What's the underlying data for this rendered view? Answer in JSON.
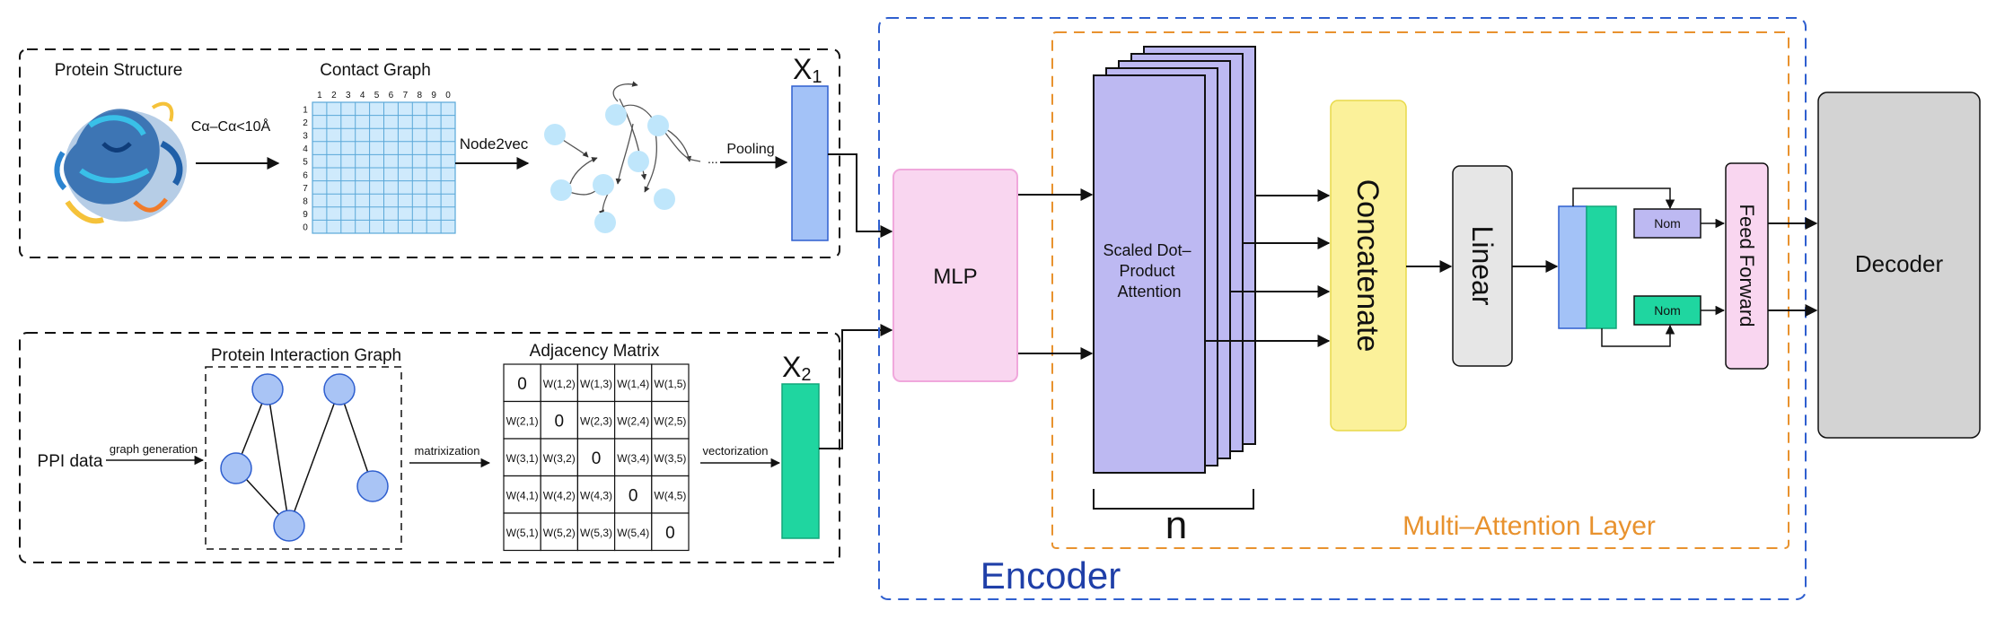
{
  "top_panel": {
    "protein_structure_label": "Protein Structure",
    "distance_label": "Cα–Cα<10Å",
    "contact_graph_label": "Contact Graph",
    "contact_col_headers": [
      "1",
      "2",
      "3",
      "4",
      "5",
      "6",
      "7",
      "8",
      "9",
      "0"
    ],
    "contact_row_headers": [
      "1",
      "2",
      "3",
      "4",
      "5",
      "6",
      "7",
      "8",
      "9",
      "0"
    ],
    "node2vec_label": "Node2vec",
    "ellipsis": "...",
    "pooling_label": "Pooling",
    "x1_letter": "X",
    "x1_sub": "1"
  },
  "bottom_panel": {
    "ppi_data_label": "PPI data",
    "graph_generation_label": "graph generation",
    "protein_interaction_graph_label": "Protein Interaction Graph",
    "matrixization_label": "matrixization",
    "adjacency_matrix_label": "Adjacency Matrix",
    "adjacency_matrix": [
      [
        "0",
        "W(1,2)",
        "W(1,3)",
        "W(1,4)",
        "W(1,5)"
      ],
      [
        "W(2,1)",
        "0",
        "W(2,3)",
        "W(2,4)",
        "W(2,5)"
      ],
      [
        "W(3,1)",
        "W(3,2)",
        "0",
        "W(3,4)",
        "W(3,5)"
      ],
      [
        "W(4,1)",
        "W(4,2)",
        "W(4,3)",
        "0",
        "W(4,5)"
      ],
      [
        "W(5,1)",
        "W(5,2)",
        "W(5,3)",
        "W(5,4)",
        "0"
      ]
    ],
    "vectorization_label": "vectorization",
    "x2_letter": "X",
    "x2_sub": "2"
  },
  "encoder": {
    "label": "Encoder",
    "mlp_label": "MLP",
    "attention_label_lines": [
      "Scaled Dot–",
      "Product",
      "Attention"
    ],
    "n_label": "n",
    "concatenate_label": "Concatenate",
    "linear_label": "Linear",
    "nom_top_label": "Nom",
    "nom_bottom_label": "Nom",
    "feed_forward_label": "Feed Forward",
    "multi_attention_label": "Multi–Attention Layer"
  },
  "decoder": {
    "label": "Decoder"
  },
  "colors": {
    "encoder_border": "#2f5fcf",
    "encoder_text": "#1f3fa8",
    "multi_attention_border": "#e8922e",
    "multi_attention_text": "#e8922e",
    "light_blue": "#a3c2f7",
    "teal": "#1fd6a0",
    "pink": "#f9d6f0",
    "lavender": "#bdb9f2",
    "yellow": "#fbf19a",
    "grey": "#e6e6e6",
    "decoder_grey": "#d3d3d3",
    "node_blue": "#a9c4f5",
    "node_light": "#bfe6fb",
    "grid_fill": "#cfeafc"
  }
}
